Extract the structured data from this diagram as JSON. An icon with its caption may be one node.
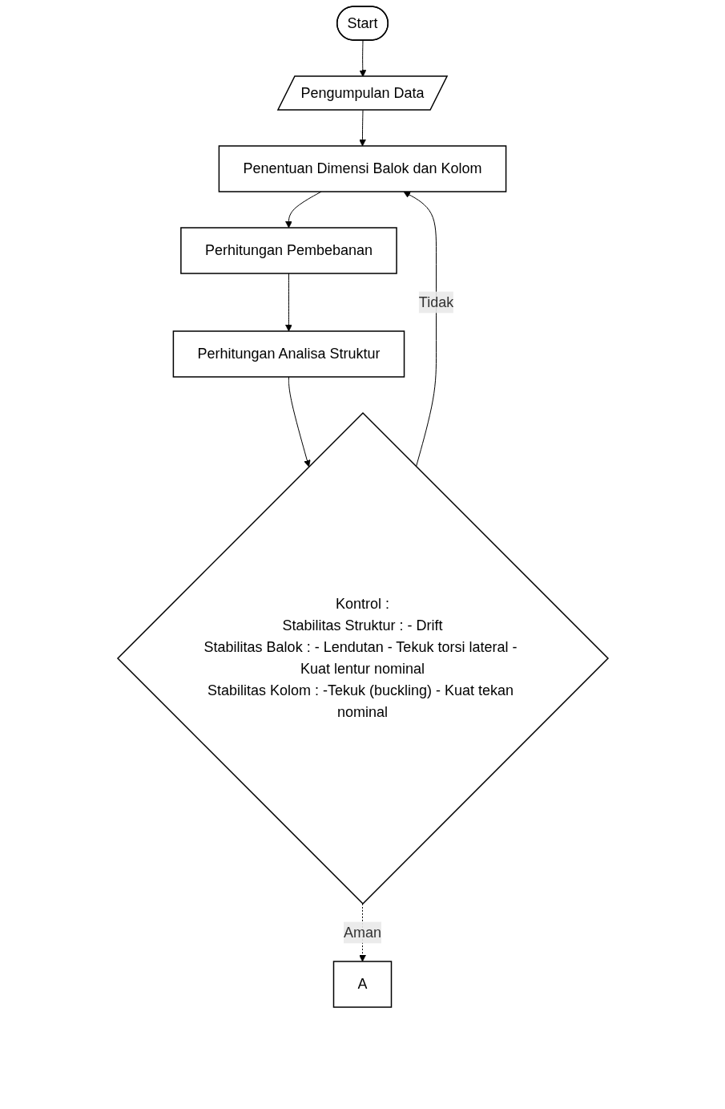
{
  "diagram": {
    "nodes": [
      {
        "text": [
          "Start"
        ]
      },
      {
        "text": [
          "Pengumpulan Data"
        ]
      },
      {
        "text": [
          "Penentuan Dimensi Balok dan Kolom"
        ]
      },
      {
        "text": [
          "Perhitungan Pembebanan"
        ]
      },
      {
        "text": [
          "Perhitungan Analisa Struktur"
        ]
      },
      {
        "text": [
          "Kontrol :",
          "Stabilitas Struktur : - Drift",
          "Stabilitas Balok : - Lendutan - Tekuk torsi lateral - Kuat lentur nominal",
          "Stabilitas Kolom : -Tekuk (buckling) - Kuat tekan nominal"
        ]
      },
      {
        "text": [
          "A"
        ]
      }
    ],
    "edges": [
      {
        "from": 0,
        "to": 1,
        "arrow": "to"
      },
      {
        "from": 1,
        "to": 2,
        "arrow": "to"
      },
      {
        "from": 2,
        "to": 3,
        "arrow": "to"
      },
      {
        "from": 3,
        "to": 4,
        "arrow": "to"
      },
      {
        "from": 4,
        "to": 5,
        "arrow": "to"
      },
      {
        "from": 5,
        "to": 2,
        "arrow": "to",
        "label": "Tidak"
      },
      {
        "from": 5,
        "to": 6,
        "arrow": "to",
        "label": "Aman",
        "style": "dashed"
      }
    ]
  }
}
